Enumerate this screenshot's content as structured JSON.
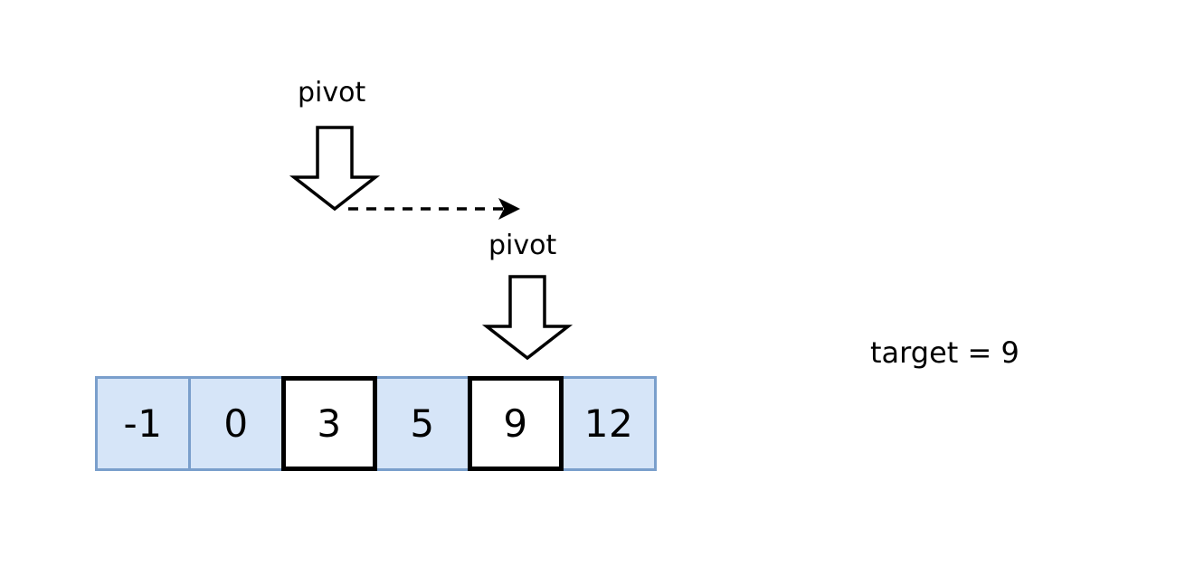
{
  "diagram": {
    "title": "binary-search-pivot-step",
    "background_color": "#ffffff",
    "array": {
      "cells": [
        {
          "value": "-1",
          "highlighted": false
        },
        {
          "value": "0",
          "highlighted": false
        },
        {
          "value": "3",
          "highlighted": true
        },
        {
          "value": "5",
          "highlighted": false
        },
        {
          "value": "9",
          "highlighted": true
        },
        {
          "value": "12",
          "highlighted": false
        }
      ],
      "fill_color": "#d6e5f8",
      "border_color": "#7a9fcc",
      "highlight_fill_color": "#ffffff",
      "highlight_border_color": "#000000"
    },
    "annotations": {
      "pivot_label_1": "pivot",
      "pivot_label_2": "pivot",
      "target_note": "target = 9"
    },
    "arrows": {
      "pivot_arrow_1": {
        "direction": "down",
        "points_to_cell_value": "3"
      },
      "pivot_arrow_2": {
        "direction": "down",
        "points_to_cell_value": "9"
      },
      "transition_arrow": {
        "direction": "right",
        "style": "dashed"
      }
    }
  }
}
